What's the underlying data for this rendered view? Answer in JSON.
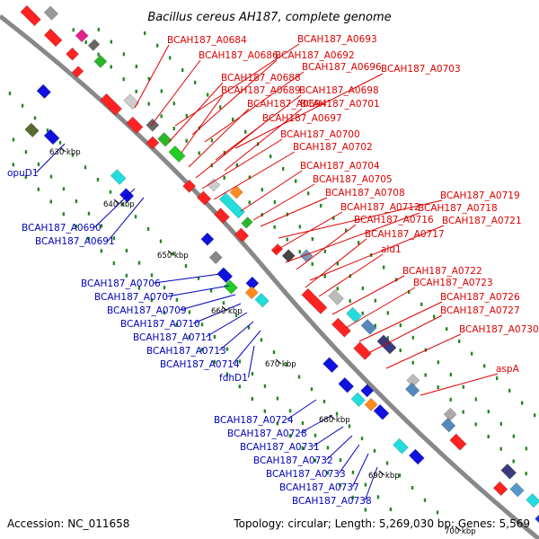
{
  "title": "Bacillus cereus AH187, complete genome",
  "footer": {
    "accession": "Accession: NC_011658",
    "summary": "Topology: circular; Length: 5,269,030 bp; Genes: 5,569"
  },
  "colors": {
    "forward_label": "#dd0000",
    "reverse_label": "#0000bb",
    "backbone": "#888888",
    "forward_gene": "#ff1111",
    "reverse_gene": "#1111dd",
    "gc_dot": "#228822"
  },
  "ticks": [
    "630 kbp",
    "640 kbp",
    "650 kbp",
    "660 kbp",
    "670 kbp",
    "680 kbp",
    "690 kbp",
    "700 kbp"
  ],
  "forward_labels": [
    "BCAH187_A0684",
    "BCAH187_A0693",
    "BCAH187_A0686",
    "BCAH187_A0692",
    "BCAH187_A0696",
    "BCAH187_A0703",
    "BCAH187_A0688",
    "BCAH187_A0689",
    "BCAH187_A0698",
    "BCAH187_A0694",
    "BCAH187_A0701",
    "BCAH187_A0697",
    "BCAH187_A0700",
    "BCAH187_A0702",
    "BCAH187_A0704",
    "BCAH187_A0705",
    "BCAH187_A0708",
    "BCAH187_A0719",
    "BCAH187_A0712",
    "BCAH187_A0718",
    "BCAH187_A0716",
    "BCAH187_A0721",
    "BCAH187_A0717",
    "ald1",
    "BCAH187_A0722",
    "BCAH187_A0723",
    "BCAH187_A0726",
    "BCAH187_A0727",
    "BCAH187_A0730",
    "aspA"
  ],
  "reverse_labels": [
    "opuD1",
    "BCAH187_A0690",
    "BCAH187_A0691",
    "BCAH187_A0706",
    "BCAH187_A0707",
    "BCAH187_A0709",
    "BCAH187_A0710",
    "BCAH187_A0711",
    "BCAH187_A0713",
    "BCAH187_A0714",
    "fdhD1",
    "BCAH187_A0724",
    "BCAH187_A0728",
    "BCAH187_A0731",
    "BCAH187_A0732",
    "BCAH187_A0733",
    "BCAH187_A0737",
    "BCAH187_A0738"
  ]
}
